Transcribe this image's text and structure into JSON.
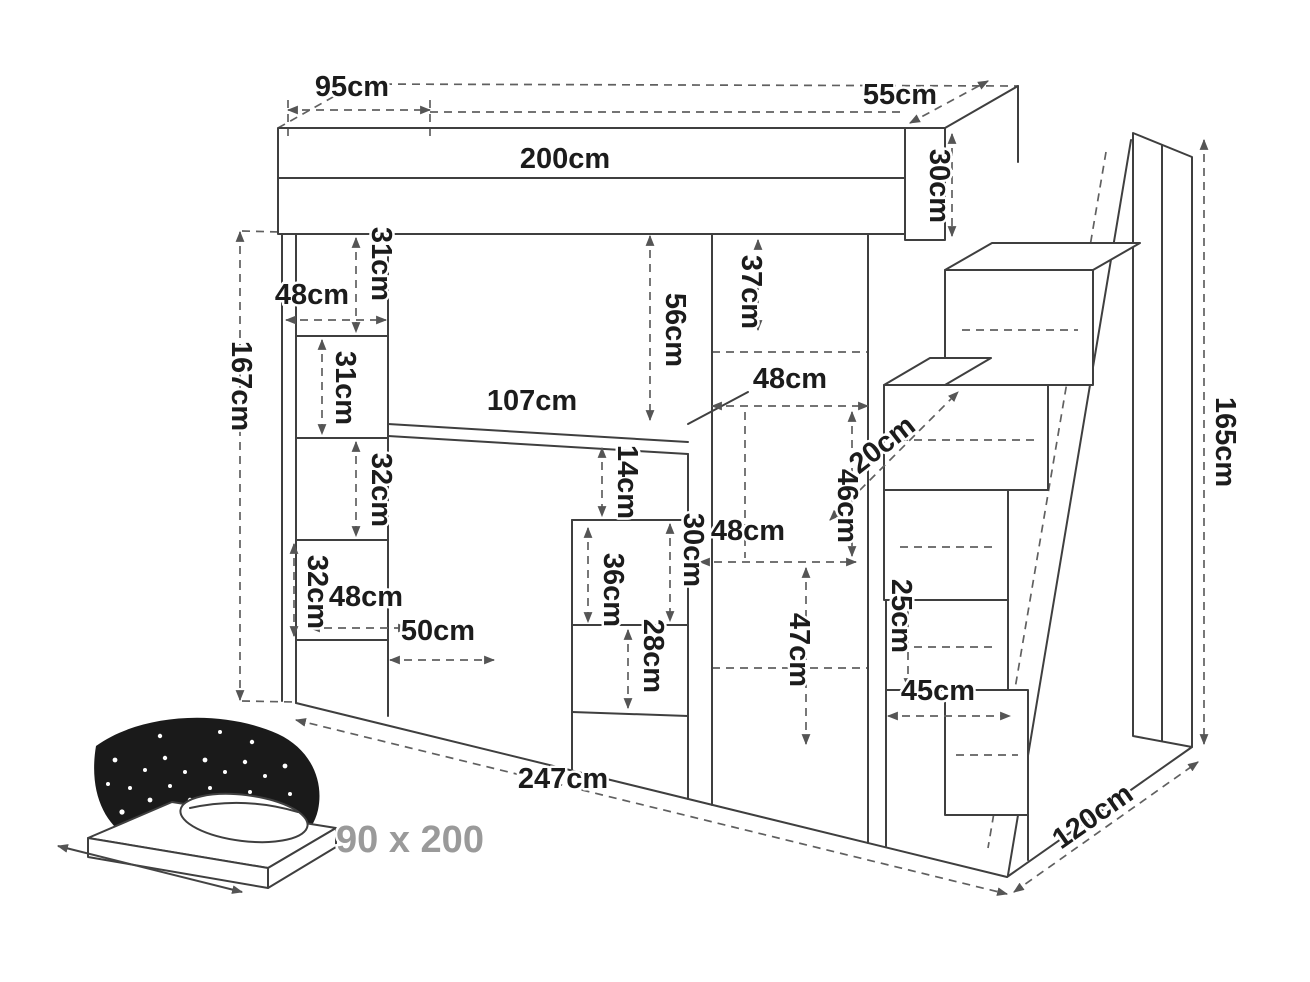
{
  "dims": {
    "d95": "95cm",
    "d200": "200cm",
    "d55": "55cm",
    "d30_right": "30cm",
    "d31_a": "31cm",
    "d48_a": "48cm",
    "d167": "167cm",
    "d31_b": "31cm",
    "d56": "56cm",
    "d37": "37cm",
    "d48_b": "48cm",
    "d107": "107cm",
    "d32_a": "32cm",
    "d14": "14cm",
    "d20": "20cm",
    "d46": "46cm",
    "d30_b": "30cm",
    "d48_c": "48cm",
    "d32_b": "32cm",
    "d36": "36cm",
    "d48_d": "48cm",
    "d50": "50cm",
    "d28": "28cm",
    "d47": "47cm",
    "d25": "25cm",
    "d45": "45cm",
    "d165": "165cm",
    "d247": "247cm",
    "d120": "120cm"
  },
  "icon": {
    "name": "bed-with-starry-blanket-icon",
    "size_label": "90 x 200"
  },
  "colors": {
    "line": "#3f3f3f",
    "dashed_line": "#606060",
    "label": "#1c1c1c",
    "muted_label": "#9a9a9a",
    "background": "#ffffff",
    "blanket": "#1a1a1a"
  }
}
